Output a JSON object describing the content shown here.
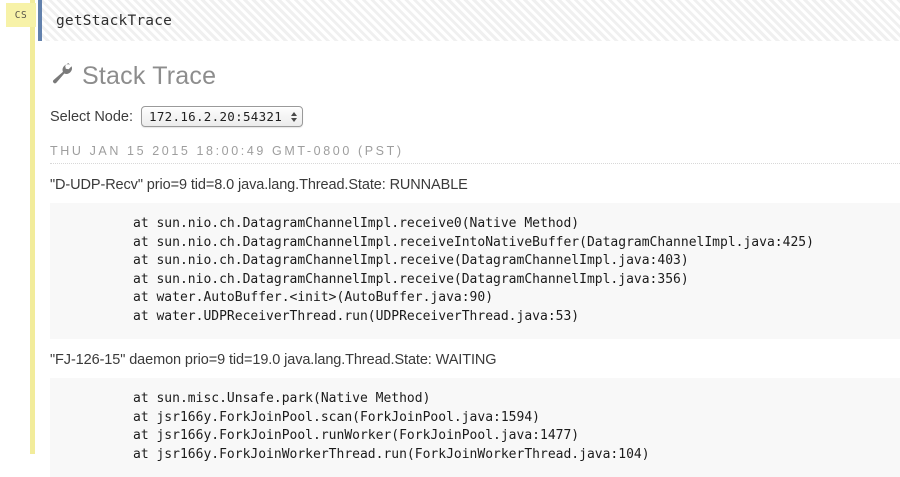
{
  "cell": {
    "badge_label": "CS",
    "rail_color": "#f2ec9b",
    "badge_color": "#f7f2a8"
  },
  "prompt": {
    "code": "getStackTrace",
    "border_color": "#6281ad"
  },
  "section": {
    "icon": "wrench-icon",
    "title": "Stack Trace",
    "title_color": "#8d8d8d"
  },
  "node_selector": {
    "label": "Select Node:",
    "selected_value": "172.16.2.20:54321",
    "options": [
      "172.16.2.20:54321"
    ]
  },
  "timestamp": "THU JAN 15 2015 18:00:49 GMT-0800 (PST)",
  "threads": [
    {
      "header": "\"D-UDP-Recv\" prio=9 tid=8.0 java.lang.Thread.State: RUNNABLE",
      "name": "D-UDP-Recv",
      "prio": "9",
      "tid": "8.0",
      "state": "RUNNABLE",
      "frames": [
        "at sun.nio.ch.DatagramChannelImpl.receive0(Native Method)",
        "at sun.nio.ch.DatagramChannelImpl.receiveIntoNativeBuffer(DatagramChannelImpl.java:425)",
        "at sun.nio.ch.DatagramChannelImpl.receive(DatagramChannelImpl.java:403)",
        "at sun.nio.ch.DatagramChannelImpl.receive(DatagramChannelImpl.java:356)",
        "at water.AutoBuffer.<init>(AutoBuffer.java:90)",
        "at water.UDPReceiverThread.run(UDPReceiverThread.java:53)"
      ]
    },
    {
      "header": "\"FJ-126-15\" daemon prio=9 tid=19.0 java.lang.Thread.State: WAITING",
      "name": "FJ-126-15",
      "prio": "9",
      "tid": "19.0",
      "state": "WAITING",
      "frames": [
        "at sun.misc.Unsafe.park(Native Method)",
        "at jsr166y.ForkJoinPool.scan(ForkJoinPool.java:1594)",
        "at jsr166y.ForkJoinPool.runWorker(ForkJoinPool.java:1477)",
        "at jsr166y.ForkJoinWorkerThread.run(ForkJoinWorkerThread.java:104)"
      ]
    }
  ]
}
